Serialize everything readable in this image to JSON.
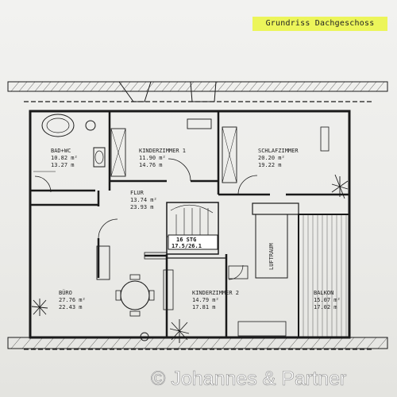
{
  "title": "Grundriss Dachgeschoss",
  "watermark": "© Johannes & Partner",
  "colors": {
    "badge": "#ecf55a",
    "ink": "#1a1a1a",
    "paper": "#eeeeec"
  },
  "rooms": {
    "bad": {
      "name": "BAD+WC",
      "area": "10.82 m²",
      "perimeter": "13.27 m"
    },
    "kinder1": {
      "name": "KINDERZIMMER 1",
      "area": "11.90 m²",
      "perimeter": "14.76 m"
    },
    "schlaf": {
      "name": "SCHLAFZIMMER",
      "area": "20.20 m²",
      "perimeter": "19.22 m"
    },
    "flur": {
      "name": "FLUR",
      "area": "13.74 m²",
      "perimeter": "23.93 m"
    },
    "buero": {
      "name": "BÜRO",
      "area": "27.76 m²",
      "perimeter": "22.43 m"
    },
    "kinder2": {
      "name": "KINDERZIMMER 2",
      "area": "14.79 m²",
      "perimeter": "17.81 m"
    },
    "balkon": {
      "name": "BALKON",
      "area": "15.07 m²",
      "perimeter": "17.02 m"
    }
  },
  "luftraum": "LUFTRAUM",
  "stair": {
    "steps": "16 STG",
    "ratio": "17.5/26.1"
  }
}
